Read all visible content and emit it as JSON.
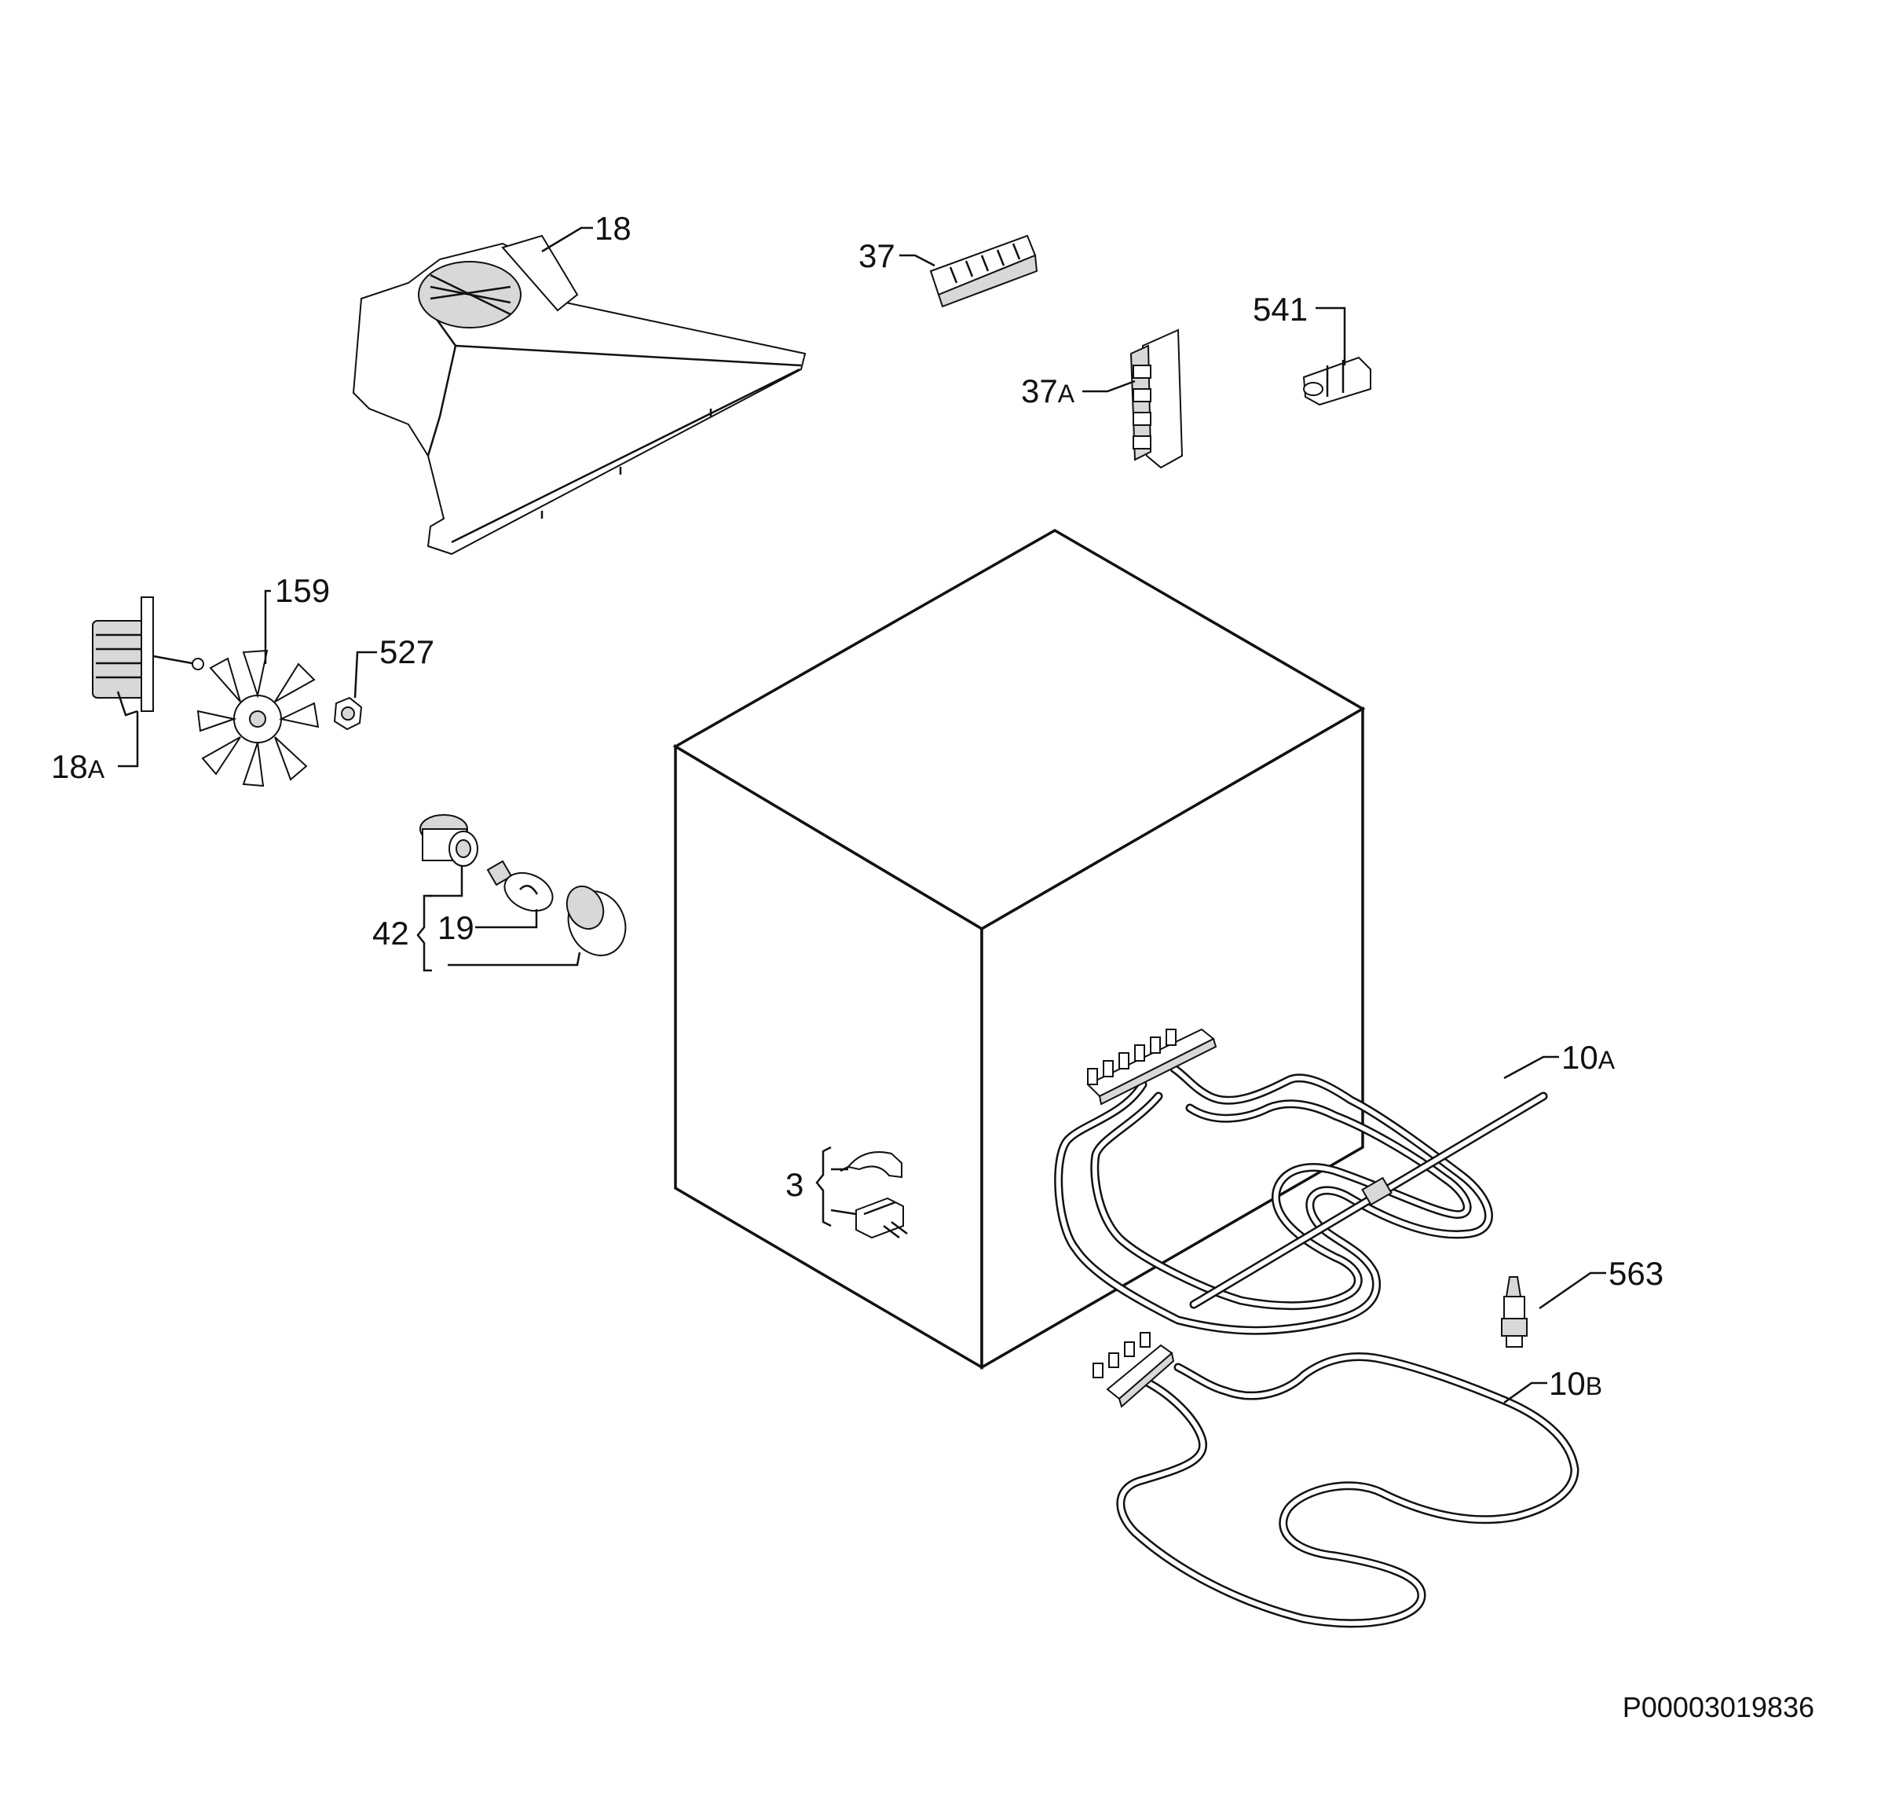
{
  "diagram": {
    "reference_code": "P00003019836",
    "labels": {
      "p18": "18",
      "p37": "37",
      "p541": "541",
      "p37a_num": "37",
      "p37a_suffix": "A",
      "p159": "159",
      "p527": "527",
      "p18a_num": "18",
      "p18a_suffix": "A",
      "p42": "42",
      "p19": "19",
      "p3": "3",
      "p10a_num": "10",
      "p10a_suffix": "A",
      "p563": "563",
      "p10b_num": "10",
      "p10b_suffix": "B"
    }
  }
}
